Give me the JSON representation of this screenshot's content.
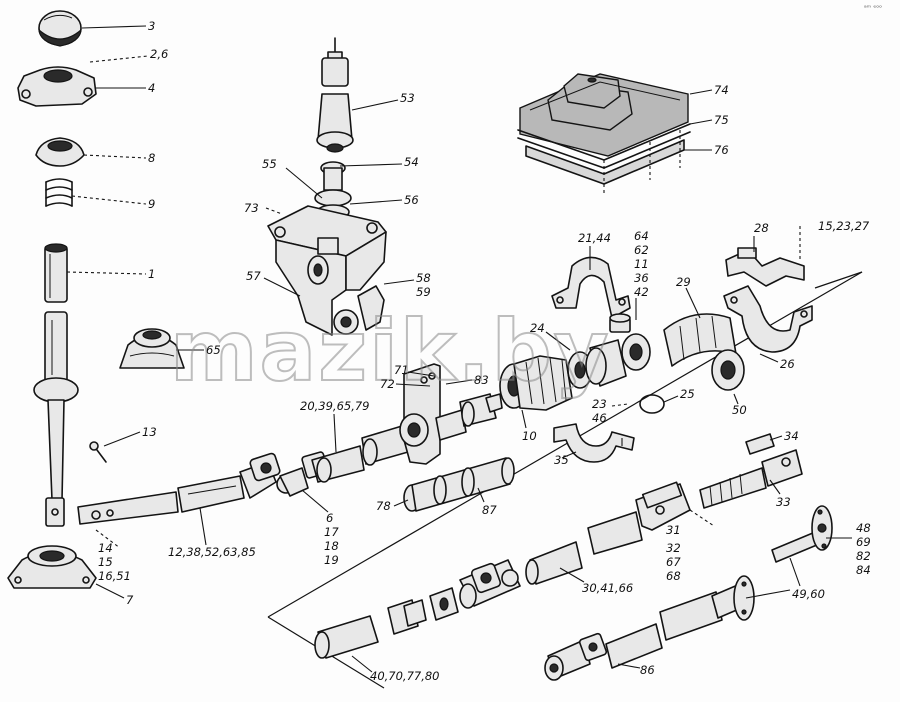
{
  "watermark": "mazik.by",
  "corner_mark": "ᵃᵐ ᵉᵒᵒ",
  "labels": {
    "l3": "3",
    "l2_6": "2,6",
    "l4": "4",
    "l8": "8",
    "l9": "9",
    "l1": "1",
    "l65": "65",
    "l13": "13",
    "l14": "14",
    "l15": "15",
    "l16_51": "16,51",
    "l7": "7",
    "l12_38": "12,38,52,63,85",
    "l6": "6",
    "l17": "17",
    "l18": "18",
    "l19": "19",
    "l53": "53",
    "l54": "54",
    "l55": "55",
    "l56": "56",
    "l73": "73",
    "l57": "57",
    "l58": "58",
    "l59": "59",
    "l20": "20,39,65,79",
    "l71": "71",
    "l72": "72",
    "l83": "83",
    "l78": "78",
    "l87": "87",
    "l74": "74",
    "l75": "75",
    "l76": "76",
    "l21_44": "21,44",
    "l64": "64",
    "l62": "62",
    "l11": "11",
    "l36": "36",
    "l42": "42",
    "l24": "24",
    "l10": "10",
    "l23": "23",
    "l46": "46",
    "l35": "35",
    "l25": "25",
    "l28": "28",
    "l15_23": "15,23,27",
    "l29": "29",
    "l26": "26",
    "l50": "50",
    "l34": "34",
    "l33": "33",
    "l31": "31",
    "l32": "32",
    "l67": "67",
    "l68": "68",
    "l30": "30,41,66",
    "l48": "48",
    "l69": "69",
    "l82": "82",
    "l84": "84",
    "l49": "49,60",
    "l86": "86",
    "l40": "40,70,77,80"
  }
}
